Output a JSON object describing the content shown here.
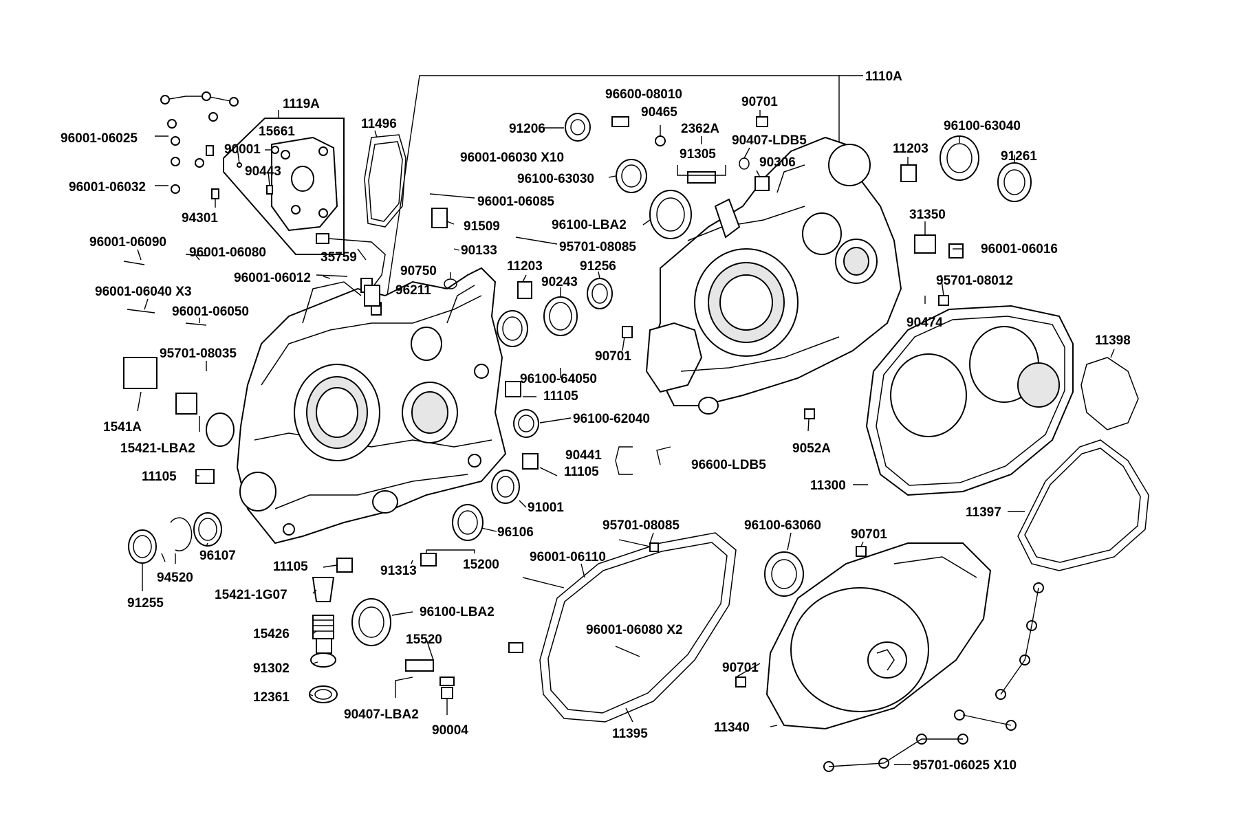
{
  "labels": {
    "l1110A": "1110A",
    "l1119A": "1119A",
    "l15661": "15661",
    "l90001": "90001",
    "l90443": "90443",
    "l11496": "11496",
    "l96001_06025": "96001-06025",
    "l96001_06032": "96001-06032",
    "l94301": "94301",
    "l96600_08010": "96600-08010",
    "l90465": "90465",
    "l90701a": "90701",
    "l91206": "91206",
    "l2362A": "2362A",
    "l91305": "91305",
    "l90407_LDB5": "90407-LDB5",
    "l96100_63040": "96100-63040",
    "l11203a": "11203",
    "l91261": "91261",
    "l96001_06030": "96001-06030 X10",
    "l96100_63030": "96100-63030",
    "l90306": "90306",
    "l96001_06085": "96001-06085",
    "l96100_LBA2a": "96100-LBA2",
    "l31350": "31350",
    "l91509": "91509",
    "l95701_08085a": "95701-08085",
    "l96001_06016": "96001-06016",
    "l96001_06090": "96001-06090",
    "l96001_06080": "96001-06080",
    "l90133": "90133",
    "l35759": "35759",
    "l90750": "90750",
    "l11203b": "11203",
    "l91256": "91256",
    "l96001_06012": "96001-06012",
    "l90243": "90243",
    "l95701_08012": "95701-08012",
    "l96211": "96211",
    "l96001_06040": "96001-06040 X3",
    "l96001_06050": "96001-06050",
    "l90474": "90474",
    "l11398": "11398",
    "l95701_08035": "95701-08035",
    "l90701b": "90701",
    "l96100_64050": "96100-64050",
    "l11105a": "11105",
    "l1541A": "1541A",
    "l15421_LBA2": "15421-LBA2",
    "l96100_62040": "96100-62040",
    "l9052A": "9052A",
    "l90441": "90441",
    "l96600_LDB5": "96600-LDB5",
    "l11105b": "11105",
    "l11105c": "11105",
    "l11300": "11300",
    "l11397": "11397",
    "l91001": "91001",
    "l96106": "96106",
    "l96107": "96107",
    "l95701_08085b": "95701-08085",
    "l96100_63060": "96100-63060",
    "l90701c": "90701",
    "l15200": "15200",
    "l94520": "94520",
    "l96001_06110": "96001-06110",
    "l11105d": "11105",
    "l91313": "91313",
    "l91255": "91255",
    "l15421_1G07": "15421-1G07",
    "l96100_LBA2b": "96100-LBA2",
    "l15426": "15426",
    "l15520": "15520",
    "l96001_06080_X2": "96001-06080 X2",
    "l91302": "91302",
    "l90701d": "90701",
    "l12361": "12361",
    "l90407_LBA2": "90407-LBA2",
    "l90004": "90004",
    "l11395": "11395",
    "l11340": "11340",
    "l95701_06025": "95701-06025 X10"
  }
}
